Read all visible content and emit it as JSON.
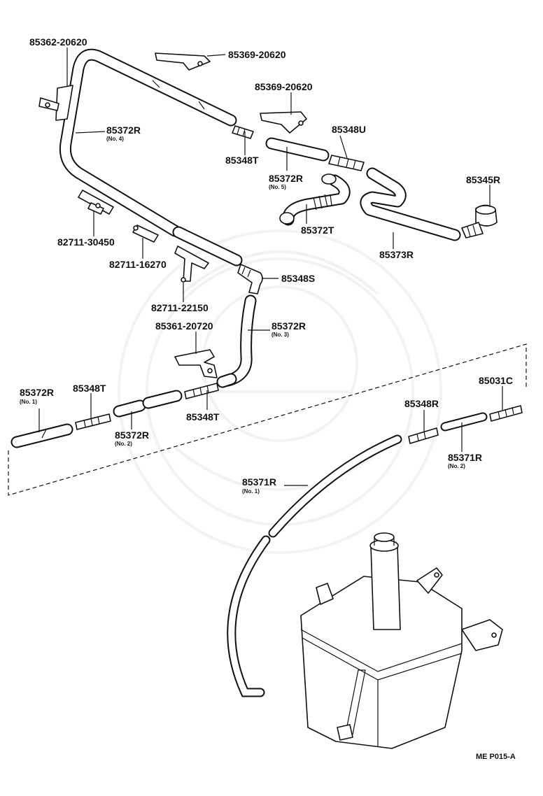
{
  "parts": {
    "p85362_20620": {
      "code": "85362-20620"
    },
    "p85369_20620_a": {
      "code": "85369-20620"
    },
    "p85369_20620_b": {
      "code": "85369-20620"
    },
    "p85372R_no4": {
      "code": "85372R",
      "note": "(No. 4)"
    },
    "p85348U": {
      "code": "85348U"
    },
    "p85348T_top": {
      "code": "85348T"
    },
    "p85372R_no5": {
      "code": "85372R",
      "note": "(No. 5)"
    },
    "p85345R": {
      "code": "85345R"
    },
    "p85372T": {
      "code": "85372T"
    },
    "p82711_30450": {
      "code": "82711-30450"
    },
    "p85373R": {
      "code": "85373R"
    },
    "p82711_16270": {
      "code": "82711-16270"
    },
    "p85348S": {
      "code": "85348S"
    },
    "p82711_22150": {
      "code": "82711-22150"
    },
    "p85372R_no3": {
      "code": "85372R",
      "note": "(No. 3)"
    },
    "p85361_20720": {
      "code": "85361-20720"
    },
    "p85372R_no1": {
      "code": "85372R",
      "note": "(No. 1)"
    },
    "p85348T_left": {
      "code": "85348T"
    },
    "p85348T_mid": {
      "code": "85348T"
    },
    "p85372R_no2": {
      "code": "85372R",
      "note": "(No. 2)"
    },
    "p85031C": {
      "code": "85031C"
    },
    "p85348R": {
      "code": "85348R"
    },
    "p85371R_no2": {
      "code": "85371R",
      "note": "(No. 2)"
    },
    "p85371R_no1": {
      "code": "85371R",
      "note": "(No. 1)"
    }
  },
  "figure_code": "ME P015-A"
}
